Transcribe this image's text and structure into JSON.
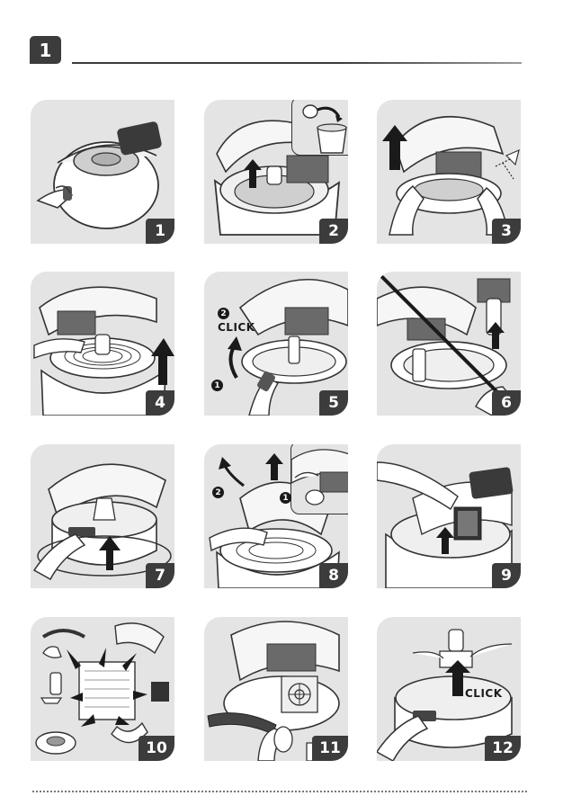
{
  "section": {
    "number": "1"
  },
  "steps": [
    {
      "number": "1"
    },
    {
      "number": "2"
    },
    {
      "number": "3"
    },
    {
      "number": "4"
    },
    {
      "number": "5",
      "click_label": "CLICK",
      "bullets": [
        "1",
        "2"
      ]
    },
    {
      "number": "6"
    },
    {
      "number": "7"
    },
    {
      "number": "8",
      "bullets": [
        "1",
        "2"
      ]
    },
    {
      "number": "9"
    },
    {
      "number": "10"
    },
    {
      "number": "11"
    },
    {
      "number": "12",
      "click_label": "CLICK"
    }
  ],
  "colors": {
    "panel": "#e4e4e4",
    "badge": "#3c3c3c",
    "ink": "#1a1a1a"
  }
}
